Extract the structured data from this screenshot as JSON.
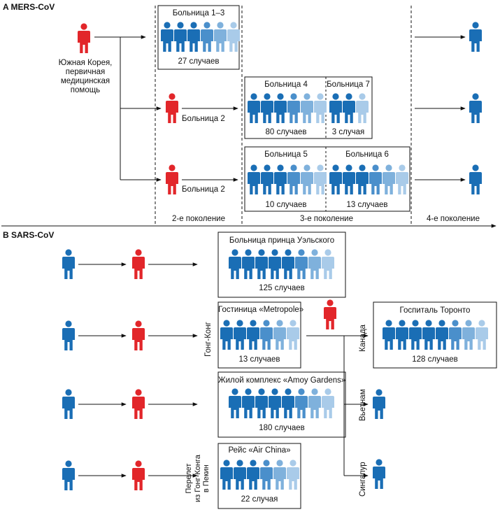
{
  "colors": {
    "red": "#e2262a",
    "blue": "#1a6eb5",
    "blue2": "#4a8fcb",
    "blue3": "#7fb1dc",
    "blue4": "#a9cbe9"
  },
  "mers": {
    "title": "A MERS-CoV",
    "source_label": "Южная Корея,\nпервичная\nмедицинская\nпомощь",
    "hospital_a": "Больница 2",
    "hospital_b": "Больница 2",
    "groups": [
      {
        "title": "Больница 1–3",
        "count": "27 случаев"
      },
      {
        "title": "Больница 4",
        "count": "80 случаев"
      },
      {
        "title": "Больница 7",
        "count": "3 случая"
      },
      {
        "title": "Больница 5",
        "count": "10 случаев"
      },
      {
        "title": "Больница 6",
        "count": "13 случаев"
      }
    ],
    "generations": [
      "2-е поколение",
      "3-е поколение",
      "4-е поколение"
    ]
  },
  "sars": {
    "title": "B SARS-CoV",
    "groups": [
      {
        "title": "Больница принца Уэльского",
        "count": "125 случаев"
      },
      {
        "title": "Гостиница «Metropole»",
        "count": "13 случаев"
      },
      {
        "title": "Жилой комплекс «Amoy Gardens»",
        "count": "180 случаев"
      },
      {
        "title": "Рейс «Air China»",
        "count": "22 случая"
      },
      {
        "title": "Госпиталь Торонто",
        "count": "128 случаев"
      }
    ],
    "place_hongkong": "Гонг-Конг",
    "flight_label": "Перелет\nиз Гонг-Конга\nв Пекин",
    "destinations": [
      "Канада",
      "Вьетнам",
      "Сингапур"
    ]
  }
}
